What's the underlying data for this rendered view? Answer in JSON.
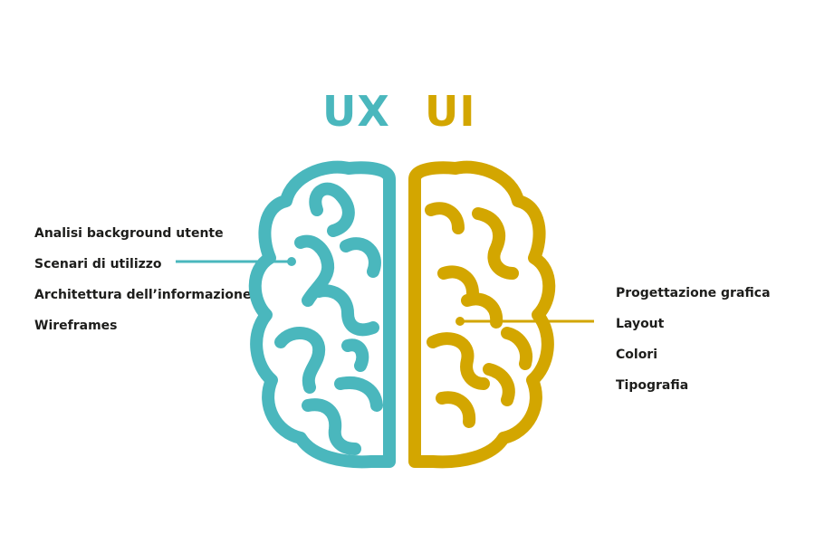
{
  "titles": {
    "ux": "UX",
    "ui": "UI"
  },
  "colors": {
    "ux": "#4ab7bd",
    "ui": "#d3a600",
    "text": "#1d1d1b"
  },
  "ux_items": [
    "Analisi background utente",
    "Scenari di utilizzo",
    "Architettura dell’informazione",
    "Wireframes"
  ],
  "ui_items": [
    "Progettazione grafica",
    "Layout",
    "Colori",
    "Tipografia"
  ],
  "icons": {
    "brain_left": "brain-left-hemisphere",
    "brain_right": "brain-right-hemisphere"
  }
}
